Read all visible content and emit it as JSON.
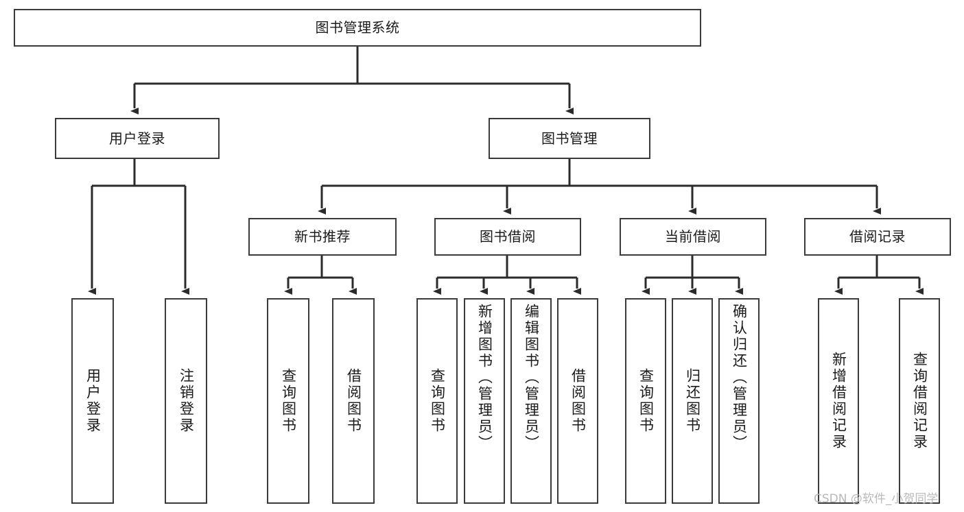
{
  "diagram": {
    "type": "tree-hierarchy",
    "title": "图书管理系统",
    "watermark": "CSDN @软件_小贺同学",
    "colors": {
      "box_stroke": "#3a3a3a",
      "box_fill": "#ffffff",
      "edge": "#2b2b2b",
      "text": "#1a1a1a",
      "watermark": "#b9b9b9"
    },
    "nodes": {
      "root": {
        "label": "图书管理系统"
      },
      "level2": [
        {
          "id": "user-login",
          "label": "用户登录"
        },
        {
          "id": "book-manage",
          "label": "图书管理"
        }
      ],
      "level3": [
        {
          "id": "new-book-recommend",
          "label": "新书推荐"
        },
        {
          "id": "book-borrow",
          "label": "图书借阅"
        },
        {
          "id": "current-borrow",
          "label": "当前借阅"
        },
        {
          "id": "borrow-record",
          "label": "借阅记录"
        }
      ],
      "leaves": {
        "user_login": [
          {
            "id": "leaf-user-login",
            "label": "用户登录"
          },
          {
            "id": "leaf-user-logout",
            "label": "注销登录"
          }
        ],
        "new_book_recommend": [
          {
            "id": "leaf-query-book-1",
            "label": "查询图书"
          },
          {
            "id": "leaf-borrow-book-1",
            "label": "借阅图书"
          }
        ],
        "book_borrow": [
          {
            "id": "leaf-query-book-2",
            "label": "查询图书"
          },
          {
            "id": "leaf-add-book",
            "label": "新增图书（管理员）"
          },
          {
            "id": "leaf-edit-book",
            "label": "编辑图书（管理员）"
          },
          {
            "id": "leaf-borrow-book-2",
            "label": "借阅图书"
          }
        ],
        "current_borrow": [
          {
            "id": "leaf-query-book-3",
            "label": "查询图书"
          },
          {
            "id": "leaf-return-book",
            "label": "归还图书"
          },
          {
            "id": "leaf-confirm-return",
            "label": "确认归还（管理员）"
          }
        ],
        "borrow_record": [
          {
            "id": "leaf-add-record",
            "label": "新增借阅记录"
          },
          {
            "id": "leaf-query-record",
            "label": "查询借阅记录"
          }
        ]
      }
    }
  }
}
